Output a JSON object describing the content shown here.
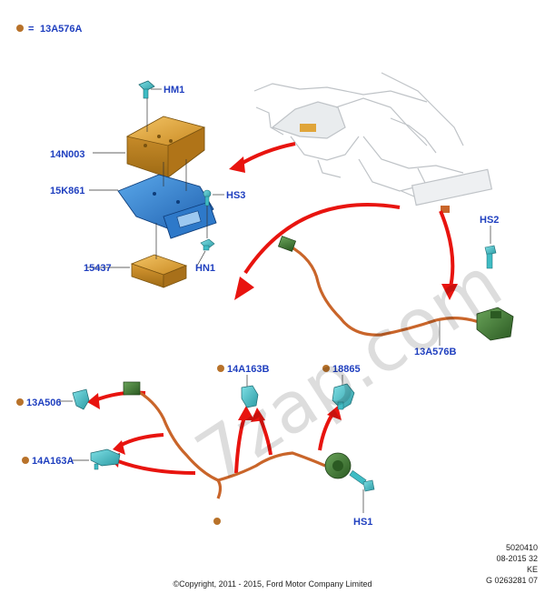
{
  "legend": {
    "symbol": "●",
    "equals": "=",
    "code": "13A576A",
    "dot_color": "#b8722a"
  },
  "labels": {
    "HM1": "HM1",
    "14N003": "14N003",
    "15K861": "15K861",
    "HS3": "HS3",
    "15437": "15437",
    "HN1": "HN1",
    "HS2": "HS2",
    "13A576B": "13A576B",
    "14A163B": "14A163B",
    "18865": "18865",
    "13A506": "13A506",
    "14A163A": "14A163A",
    "HS1": "HS1"
  },
  "watermark": "7zap.com",
  "meta": {
    "line1": "5020410",
    "line2": "08-2015 32",
    "line3": "KE",
    "line4": "G 0263281 07"
  },
  "copyright": "©Copyright, 2011 - 2015, Ford Motor Company Limited",
  "colors": {
    "label_blue": "#1f3fbf",
    "module_orange": "#e0a53a",
    "bracket_blue": "#2e79c9",
    "harness_orange": "#c9652a",
    "connector_green": "#3f7a32",
    "fastener_teal": "#3fbcc4",
    "arrow_red": "#e8140f"
  }
}
